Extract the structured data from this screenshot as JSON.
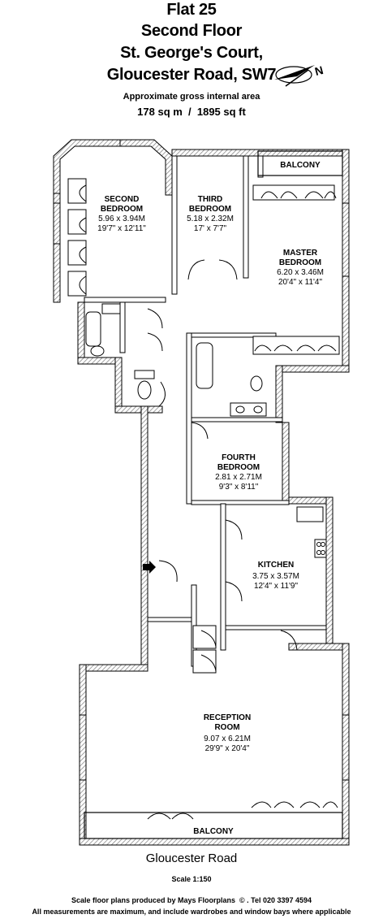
{
  "header": {
    "line1": "Flat 25",
    "line2": "Second Floor",
    "line3": "St. George's Court,",
    "line4": "Gloucester Road, SW7",
    "area_label": "Approximate gross internal area",
    "area_value": "178 sq m  /  1895 sq ft"
  },
  "compass_label": "N",
  "rooms": {
    "second_bedroom": {
      "name1": "SECOND",
      "name2": "BEDROOM",
      "metric": "5.96 x 3.94M",
      "imperial": "19'7\" x 12'11\""
    },
    "third_bedroom": {
      "name1": "THIRD",
      "name2": "BEDROOM",
      "metric": "5.18 x 2.32M",
      "imperial": "17' x 7'7\""
    },
    "balcony_top": {
      "name": "BALCONY"
    },
    "master_bedroom": {
      "name1": "MASTER",
      "name2": "BEDROOM",
      "metric": "6.20 x 3.46M",
      "imperial": "20'4\" x 11'4\""
    },
    "fourth_bedroom": {
      "name1": "FOURTH",
      "name2": "BEDROOM",
      "metric": "2.81 x 2.71M",
      "imperial": "9'3\" x 8'11\""
    },
    "kitchen": {
      "name": "KITCHEN",
      "metric": "3.75 x 3.57M",
      "imperial": "12'4\" x 11'9\""
    },
    "reception": {
      "name1": "RECEPTION",
      "name2": "ROOM",
      "metric": "9.07 x 6.21M",
      "imperial": "29'9\" x 20'4\""
    },
    "balcony_bottom": {
      "name": "BALCONY"
    }
  },
  "footer": {
    "street": "Gloucester Road",
    "scale": "Scale 1:150",
    "credit": "Scale floor plans produced by Mays Floorplans  © . Tel 020 3397 4594",
    "disclaimer": "All measurements are maximum, and include wardrobes and window bays where applicable"
  }
}
